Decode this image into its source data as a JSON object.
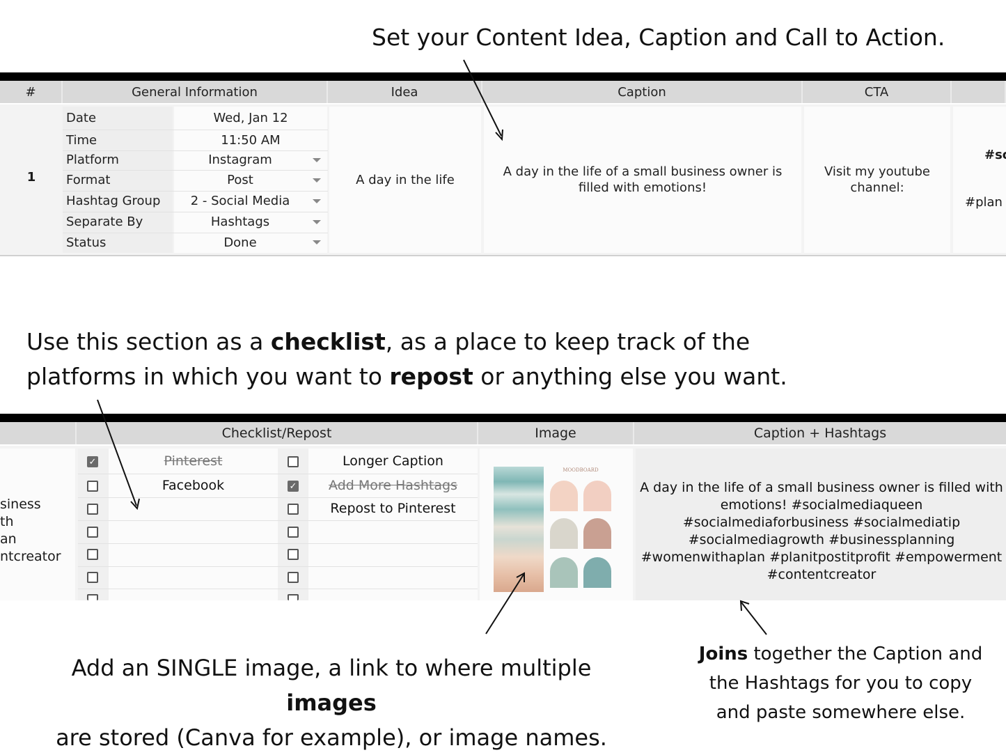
{
  "annotations": {
    "top": "Set your Content Idea, Caption and Call to Action.",
    "checklist_a": "Use this section as a ",
    "checklist_b": "checklist",
    "checklist_c": ", as a place to keep track of the",
    "checklist_d": "platforms in which you want to ",
    "checklist_e": "repost",
    "checklist_f": " or anything else you want.",
    "image_a": "Add an SINGLE image, a link to where multiple ",
    "image_b": "images",
    "image_c": "are stored (Canva for example), or image names.",
    "joins_a": "Joins",
    "joins_b": " together the Caption and",
    "joins_c": "the Hashtags for you to copy",
    "joins_d": "and paste somewhere else."
  },
  "top_sheet": {
    "headers": [
      "#",
      "General Information",
      "Idea",
      "Caption",
      "CTA"
    ],
    "row_number": "1",
    "fields": [
      {
        "label": "Date",
        "value": "Wed, Jan 12"
      },
      {
        "label": "Time",
        "value": "11:50 AM"
      },
      {
        "label": "Platform",
        "value": "Instagram"
      },
      {
        "label": "Format",
        "value": "Post"
      },
      {
        "label": "Hashtag Group",
        "value": "2 - Social Media"
      },
      {
        "label": "Separate By",
        "value": "Hashtags"
      },
      {
        "label": "Status",
        "value": "Done"
      }
    ],
    "idea": "A day in the life",
    "caption": "A day in the life of a small business owner is filled with emotions!",
    "cta": "Visit my youtube channel:",
    "partial_1": "#so",
    "partial_2": "#plan"
  },
  "bottom_sheet": {
    "headers": [
      "Checklist/Repost",
      "Image",
      "Caption + Hashtags"
    ],
    "partial_left": [
      "siness",
      "th",
      "an",
      "ntcreator"
    ],
    "checklist_left": [
      {
        "label": "Pinterest",
        "checked": true
      },
      {
        "label": "Facebook",
        "checked": false
      },
      {
        "label": "",
        "checked": false
      },
      {
        "label": "",
        "checked": false
      },
      {
        "label": "",
        "checked": false
      },
      {
        "label": "",
        "checked": false
      }
    ],
    "checklist_right": [
      {
        "label": "Longer Caption",
        "checked": false
      },
      {
        "label": "Add More Hashtags",
        "checked": true
      },
      {
        "label": "Repost to Pinterest",
        "checked": false
      },
      {
        "label": "",
        "checked": false
      },
      {
        "label": "",
        "checked": false
      },
      {
        "label": "",
        "checked": false
      }
    ],
    "moodboard_title": "MOODBOARD",
    "swatch_colors": [
      "#f3d3c4",
      "#f2cfc2",
      "#d9d6cc",
      "#c9a092",
      "#a9c4ba",
      "#7fadad"
    ],
    "caption_hashtags": "A day in the life of a small business owner is filled with emotions!  #socialmediaqueen #socialmediaforbusiness #socialmediatip #socialmediagrowth #businessplanning #womenwithaplan #planitpostitprofit #empowerment #contentcreator"
  }
}
